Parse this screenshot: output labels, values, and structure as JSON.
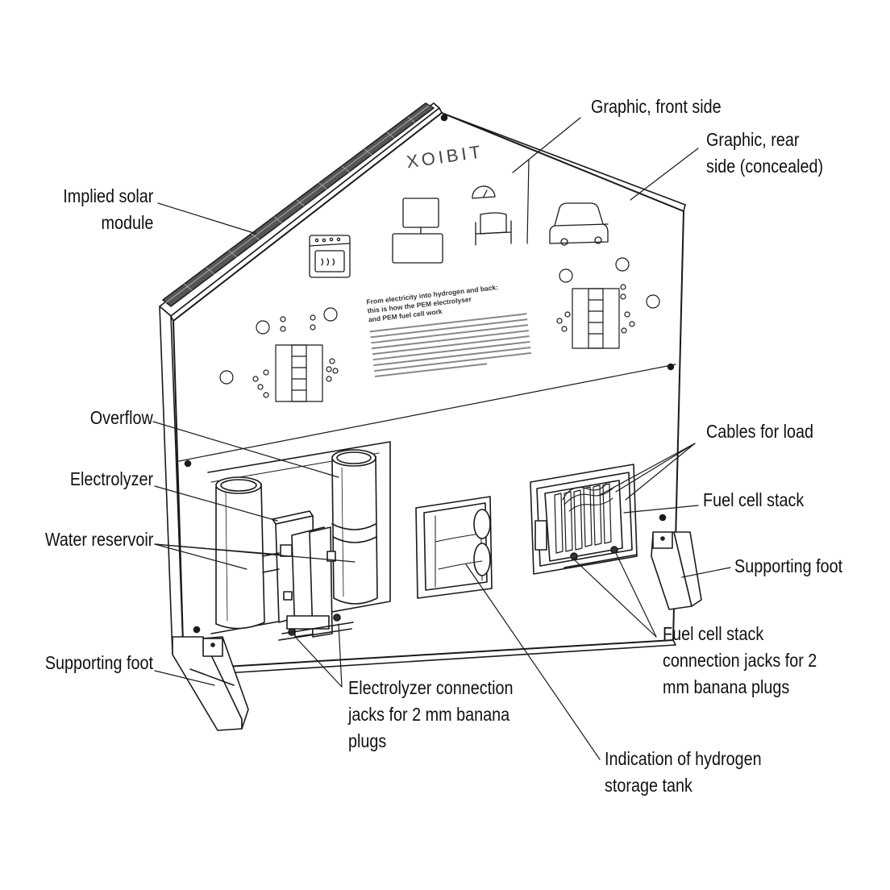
{
  "colors": {
    "line": "#1a1a1a",
    "solar": "#555555",
    "paper": "#ffffff"
  },
  "device": {
    "brand": "XOIBIT",
    "panel_heading": [
      "From electricity into hydrogen and back:",
      "this is how the PEM electrolyser",
      "and PEM fuel cell work"
    ],
    "icons": [
      "oven-icon",
      "monitor-icon",
      "gauge-icon",
      "armchair-icon",
      "car-icon"
    ]
  },
  "labels": {
    "graphic_front": [
      "Graphic, front side"
    ],
    "graphic_rear": [
      "Graphic, rear",
      "side (concealed)"
    ],
    "solar_module": [
      "Implied solar",
      "module"
    ],
    "overflow": [
      "Overflow"
    ],
    "electrolyzer": [
      "Electrolyzer"
    ],
    "water_reservoir": [
      "Water reservoir"
    ],
    "supporting_foot_left": [
      "Supporting foot"
    ],
    "supporting_foot_right": [
      "Supporting foot"
    ],
    "cables_for_load": [
      "Cables for load"
    ],
    "fuel_cell_stack": [
      "Fuel cell stack"
    ],
    "electrolyzer_jacks": [
      "Electrolyzer connection",
      "jacks for 2 mm banana",
      "plugs"
    ],
    "hydrogen_tank": [
      "Indication of hydrogen",
      "storage tank"
    ],
    "fuel_cell_jacks": [
      "Fuel cell stack",
      "connection jacks for 2",
      "mm banana plugs"
    ]
  }
}
